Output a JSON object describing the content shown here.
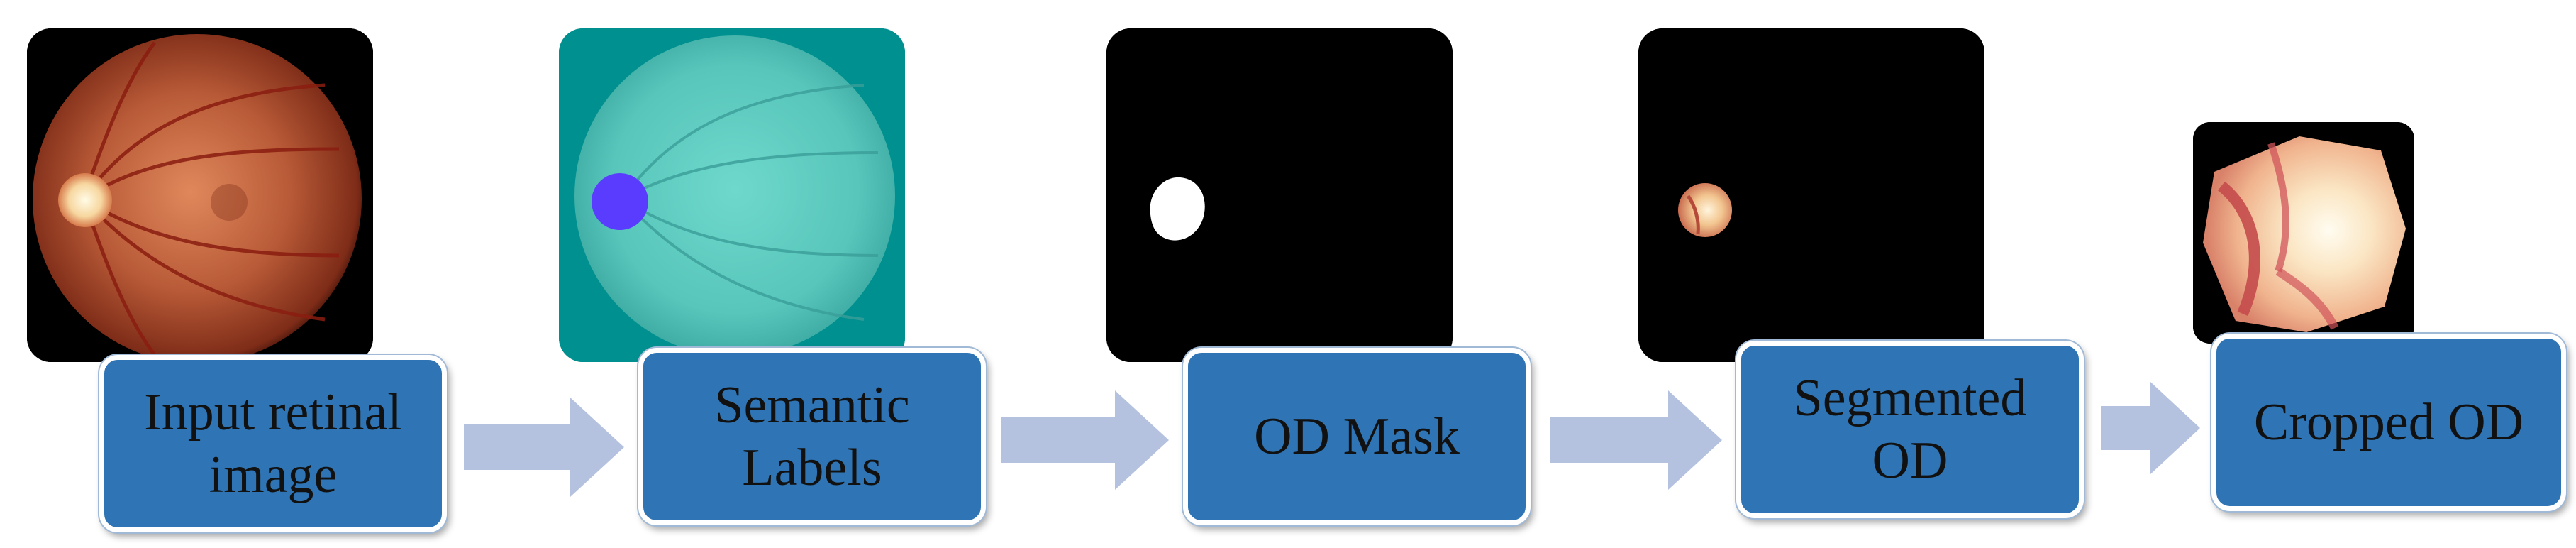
{
  "steps": [
    {
      "label": "Input retinal image"
    },
    {
      "label": "Semantic Labels"
    },
    {
      "label": "OD Mask"
    },
    {
      "label": "Segmented OD"
    },
    {
      "label": "Cropped OD"
    }
  ],
  "colors": {
    "box_fill": "#2f75b5",
    "arrow_fill": "#b4c2e0",
    "label_mask_bg": "#009090",
    "od_label": "#5a3cff"
  }
}
